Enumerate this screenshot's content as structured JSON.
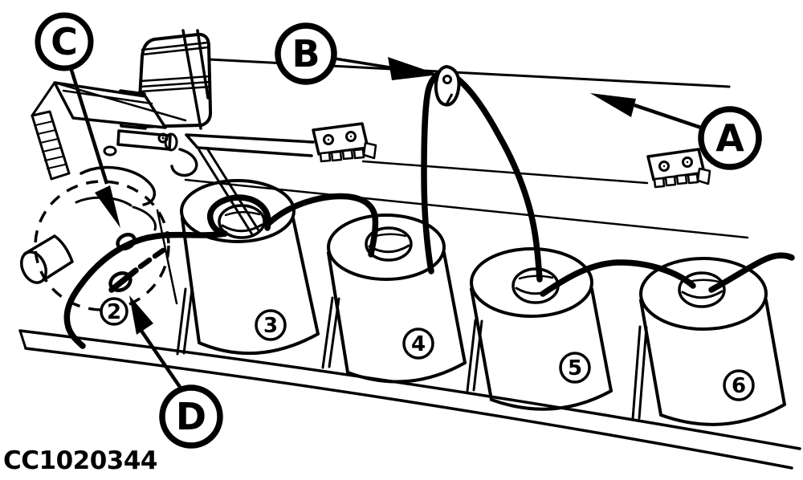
{
  "figure": {
    "code": "CC1020344"
  },
  "colors": {
    "background": "#ffffff",
    "line": "#000000"
  },
  "callouts": {
    "a": "A",
    "b": "B",
    "c": "C",
    "d": "D"
  },
  "spool_numbers": {
    "n2": "2",
    "n3": "3",
    "n4": "4",
    "n5": "5",
    "n6": "6"
  }
}
